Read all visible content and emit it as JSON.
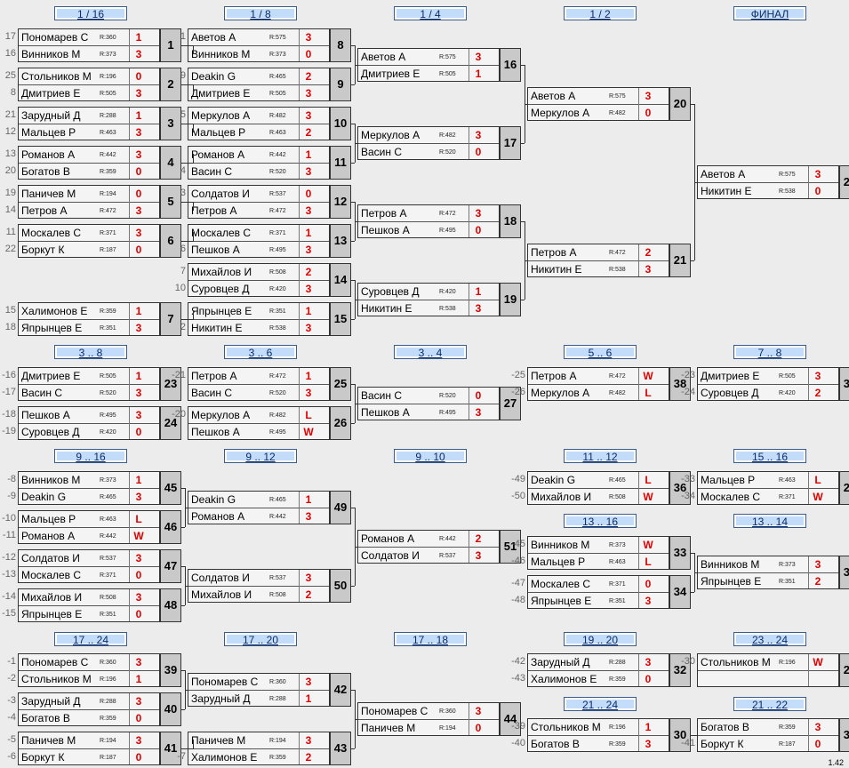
{
  "headers": [
    "1 / 16",
    "1 / 8",
    "1 / 4",
    "1 / 2",
    "ФИНАЛ",
    "3 .. 8",
    "3 .. 6",
    "3 .. 4",
    "5 .. 6",
    "7 .. 8",
    "9 .. 16",
    "9 .. 12",
    "9 .. 10",
    "11 .. 12",
    "15 .. 16",
    "13 .. 16",
    "13 .. 14",
    "17 .. 24",
    "17 .. 20",
    "17 .. 18",
    "19 .. 20",
    "23 .. 24",
    "21 .. 24",
    "21 .. 22"
  ],
  "matches": [
    {
      "id": "1",
      "p": [
        {
          "n": "Пономарев С",
          "r": "R:360",
          "s": "1",
          "sd": "17"
        },
        {
          "n": "Винников М",
          "r": "R:373",
          "s": "3",
          "sd": "16"
        }
      ]
    },
    {
      "id": "2",
      "p": [
        {
          "n": "Стольников М",
          "r": "R:196",
          "s": "0",
          "sd": "25"
        },
        {
          "n": "Дмитриев Е",
          "r": "R:505",
          "s": "3",
          "sd": "8"
        }
      ]
    },
    {
      "id": "3",
      "p": [
        {
          "n": "Зарудный Д",
          "r": "R:288",
          "s": "1",
          "sd": "21"
        },
        {
          "n": "Мальцев Р",
          "r": "R:463",
          "s": "3",
          "sd": "12"
        }
      ]
    },
    {
      "id": "4",
      "p": [
        {
          "n": "Романов А",
          "r": "R:442",
          "s": "3",
          "sd": "13"
        },
        {
          "n": "Богатов В",
          "r": "R:359",
          "s": "0",
          "sd": "20"
        }
      ]
    },
    {
      "id": "5",
      "p": [
        {
          "n": "Паничев М",
          "r": "R:194",
          "s": "0",
          "sd": "19"
        },
        {
          "n": "Петров А",
          "r": "R:472",
          "s": "3",
          "sd": "14"
        }
      ]
    },
    {
      "id": "6",
      "p": [
        {
          "n": "Москалев С",
          "r": "R:371",
          "s": "3",
          "sd": "11"
        },
        {
          "n": "Боркут К",
          "r": "R:187",
          "s": "0",
          "sd": "22"
        }
      ]
    },
    {
      "id": "7",
      "p": [
        {
          "n": "Халимонов Е",
          "r": "R:359",
          "s": "1",
          "sd": "15"
        },
        {
          "n": "Япрынцев Е",
          "r": "R:351",
          "s": "3",
          "sd": "18"
        }
      ]
    },
    {
      "id": "8",
      "p": [
        {
          "n": "Аветов А",
          "r": "R:575",
          "s": "3",
          "sd": "1"
        },
        {
          "n": "Винников М",
          "r": "R:373",
          "s": "0",
          "sd": ""
        }
      ]
    },
    {
      "id": "9",
      "p": [
        {
          "n": "Deakin G",
          "r": "R:465",
          "s": "2",
          "sd": "9"
        },
        {
          "n": "Дмитриев Е",
          "r": "R:505",
          "s": "3",
          "sd": ""
        }
      ]
    },
    {
      "id": "10",
      "p": [
        {
          "n": "Меркулов А",
          "r": "R:482",
          "s": "3",
          "sd": "5"
        },
        {
          "n": "Мальцев Р",
          "r": "R:463",
          "s": "2",
          "sd": ""
        }
      ]
    },
    {
      "id": "11",
      "p": [
        {
          "n": "Романов А",
          "r": "R:442",
          "s": "1",
          "sd": ""
        },
        {
          "n": "Васин С",
          "r": "R:520",
          "s": "3",
          "sd": "4"
        }
      ]
    },
    {
      "id": "12",
      "p": [
        {
          "n": "Солдатов И",
          "r": "R:537",
          "s": "0",
          "sd": "3"
        },
        {
          "n": "Петров А",
          "r": "R:472",
          "s": "3",
          "sd": ""
        }
      ]
    },
    {
      "id": "13",
      "p": [
        {
          "n": "Москалев С",
          "r": "R:371",
          "s": "1",
          "sd": ""
        },
        {
          "n": "Пешков А",
          "r": "R:495",
          "s": "3",
          "sd": "6"
        }
      ]
    },
    {
      "id": "14",
      "p": [
        {
          "n": "Михайлов И",
          "r": "R:508",
          "s": "2",
          "sd": "7"
        },
        {
          "n": "Суровцев Д",
          "r": "R:420",
          "s": "3",
          "sd": "10"
        }
      ]
    },
    {
      "id": "15",
      "p": [
        {
          "n": "Япрынцев Е",
          "r": "R:351",
          "s": "1",
          "sd": ""
        },
        {
          "n": "Никитин Е",
          "r": "R:538",
          "s": "3",
          "sd": "2"
        }
      ]
    },
    {
      "id": "16",
      "p": [
        {
          "n": "Аветов А",
          "r": "R:575",
          "s": "3",
          "sd": ""
        },
        {
          "n": "Дмитриев Е",
          "r": "R:505",
          "s": "1",
          "sd": ""
        }
      ]
    },
    {
      "id": "17",
      "p": [
        {
          "n": "Меркулов А",
          "r": "R:482",
          "s": "3",
          "sd": ""
        },
        {
          "n": "Васин С",
          "r": "R:520",
          "s": "0",
          "sd": ""
        }
      ]
    },
    {
      "id": "18",
      "p": [
        {
          "n": "Петров А",
          "r": "R:472",
          "s": "3",
          "sd": ""
        },
        {
          "n": "Пешков А",
          "r": "R:495",
          "s": "0",
          "sd": ""
        }
      ]
    },
    {
      "id": "19",
      "p": [
        {
          "n": "Суровцев Д",
          "r": "R:420",
          "s": "1",
          "sd": ""
        },
        {
          "n": "Никитин Е",
          "r": "R:538",
          "s": "3",
          "sd": ""
        }
      ]
    },
    {
      "id": "20",
      "p": [
        {
          "n": "Аветов А",
          "r": "R:575",
          "s": "3",
          "sd": ""
        },
        {
          "n": "Меркулов А",
          "r": "R:482",
          "s": "0",
          "sd": ""
        }
      ]
    },
    {
      "id": "21",
      "p": [
        {
          "n": "Петров А",
          "r": "R:472",
          "s": "2",
          "sd": ""
        },
        {
          "n": "Никитин Е",
          "r": "R:538",
          "s": "3",
          "sd": ""
        }
      ]
    },
    {
      "id": "22",
      "p": [
        {
          "n": "Аветов А",
          "r": "R:575",
          "s": "3",
          "sd": ""
        },
        {
          "n": "Никитин Е",
          "r": "R:538",
          "s": "0",
          "sd": ""
        }
      ]
    },
    {
      "id": "23",
      "p": [
        {
          "n": "Дмитриев Е",
          "r": "R:505",
          "s": "1",
          "sd": "-16"
        },
        {
          "n": "Васин С",
          "r": "R:520",
          "s": "3",
          "sd": "-17"
        }
      ]
    },
    {
      "id": "24",
      "p": [
        {
          "n": "Пешков А",
          "r": "R:495",
          "s": "3",
          "sd": "-18"
        },
        {
          "n": "Суровцев Д",
          "r": "R:420",
          "s": "0",
          "sd": "-19"
        }
      ]
    },
    {
      "id": "25",
      "p": [
        {
          "n": "Петров А",
          "r": "R:472",
          "s": "1",
          "sd": "-21"
        },
        {
          "n": "Васин С",
          "r": "R:520",
          "s": "3",
          "sd": ""
        }
      ]
    },
    {
      "id": "26",
      "p": [
        {
          "n": "Меркулов А",
          "r": "R:482",
          "s": "L",
          "sd": "-20"
        },
        {
          "n": "Пешков А",
          "r": "R:495",
          "s": "W",
          "sd": ""
        }
      ]
    },
    {
      "id": "27",
      "p": [
        {
          "n": "Васин С",
          "r": "R:520",
          "s": "0",
          "sd": ""
        },
        {
          "n": "Пешков А",
          "r": "R:495",
          "s": "3",
          "sd": ""
        }
      ]
    },
    {
      "id": "38",
      "p": [
        {
          "n": "Петров А",
          "r": "R:472",
          "s": "W",
          "sd": "-25"
        },
        {
          "n": "Меркулов А",
          "r": "R:482",
          "s": "L",
          "sd": "-26"
        }
      ]
    },
    {
      "id": "37",
      "p": [
        {
          "n": "Дмитриев Е",
          "r": "R:505",
          "s": "3",
          "sd": "-23"
        },
        {
          "n": "Суровцев Д",
          "r": "R:420",
          "s": "2",
          "sd": "-24"
        }
      ]
    },
    {
      "id": "45",
      "p": [
        {
          "n": "Винников М",
          "r": "R:373",
          "s": "1",
          "sd": "-8"
        },
        {
          "n": "Deakin G",
          "r": "R:465",
          "s": "3",
          "sd": "-9"
        }
      ]
    },
    {
      "id": "46",
      "p": [
        {
          "n": "Мальцев Р",
          "r": "R:463",
          "s": "L",
          "sd": "-10"
        },
        {
          "n": "Романов А",
          "r": "R:442",
          "s": "W",
          "sd": "-11"
        }
      ]
    },
    {
      "id": "47",
      "p": [
        {
          "n": "Солдатов И",
          "r": "R:537",
          "s": "3",
          "sd": "-12"
        },
        {
          "n": "Москалев С",
          "r": "R:371",
          "s": "0",
          "sd": "-13"
        }
      ]
    },
    {
      "id": "48",
      "p": [
        {
          "n": "Михайлов И",
          "r": "R:508",
          "s": "3",
          "sd": "-14"
        },
        {
          "n": "Япрынцев Е",
          "r": "R:351",
          "s": "0",
          "sd": "-15"
        }
      ]
    },
    {
      "id": "49",
      "p": [
        {
          "n": "Deakin G",
          "r": "R:465",
          "s": "1",
          "sd": ""
        },
        {
          "n": "Романов А",
          "r": "R:442",
          "s": "3",
          "sd": ""
        }
      ]
    },
    {
      "id": "50",
      "p": [
        {
          "n": "Солдатов И",
          "r": "R:537",
          "s": "3",
          "sd": ""
        },
        {
          "n": "Михайлов И",
          "r": "R:508",
          "s": "2",
          "sd": ""
        }
      ]
    },
    {
      "id": "51",
      "p": [
        {
          "n": "Романов А",
          "r": "R:442",
          "s": "2",
          "sd": ""
        },
        {
          "n": "Солдатов И",
          "r": "R:537",
          "s": "3",
          "sd": ""
        }
      ]
    },
    {
      "id": "36",
      "p": [
        {
          "n": "Deakin G",
          "r": "R:465",
          "s": "L",
          "sd": "-49"
        },
        {
          "n": "Михайлов И",
          "r": "R:508",
          "s": "W",
          "sd": "-50"
        }
      ]
    },
    {
      "id": "29",
      "p": [
        {
          "n": "Мальцев Р",
          "r": "R:463",
          "s": "L",
          "sd": "-33"
        },
        {
          "n": "Москалев С",
          "r": "R:371",
          "s": "W",
          "sd": "-34"
        }
      ]
    },
    {
      "id": "33",
      "p": [
        {
          "n": "Винников М",
          "r": "R:373",
          "s": "W",
          "sd": "-45"
        },
        {
          "n": "Мальцев Р",
          "r": "R:463",
          "s": "L",
          "sd": "-46"
        }
      ]
    },
    {
      "id": "34",
      "p": [
        {
          "n": "Москалев С",
          "r": "R:371",
          "s": "0",
          "sd": "-47"
        },
        {
          "n": "Япрынцев Е",
          "r": "R:351",
          "s": "3",
          "sd": "-48"
        }
      ]
    },
    {
      "id": "35",
      "p": [
        {
          "n": "Винников М",
          "r": "R:373",
          "s": "3",
          "sd": ""
        },
        {
          "n": "Япрынцев Е",
          "r": "R:351",
          "s": "2",
          "sd": ""
        }
      ]
    },
    {
      "id": "39",
      "p": [
        {
          "n": "Пономарев С",
          "r": "R:360",
          "s": "3",
          "sd": "-1"
        },
        {
          "n": "Стольников М",
          "r": "R:196",
          "s": "1",
          "sd": "-2"
        }
      ]
    },
    {
      "id": "40",
      "p": [
        {
          "n": "Зарудный Д",
          "r": "R:288",
          "s": "3",
          "sd": "-3"
        },
        {
          "n": "Богатов В",
          "r": "R:359",
          "s": "0",
          "sd": "-4"
        }
      ]
    },
    {
      "id": "41",
      "p": [
        {
          "n": "Паничев М",
          "r": "R:194",
          "s": "3",
          "sd": "-5"
        },
        {
          "n": "Боркут К",
          "r": "R:187",
          "s": "0",
          "sd": "-6"
        }
      ]
    },
    {
      "id": "42",
      "p": [
        {
          "n": "Пономарев С",
          "r": "R:360",
          "s": "3",
          "sd": ""
        },
        {
          "n": "Зарудный Д",
          "r": "R:288",
          "s": "1",
          "sd": ""
        }
      ]
    },
    {
      "id": "43",
      "p": [
        {
          "n": "Паничев М",
          "r": "R:194",
          "s": "3",
          "sd": ""
        },
        {
          "n": "Халимонов Е",
          "r": "R:359",
          "s": "2",
          "sd": "-7"
        }
      ]
    },
    {
      "id": "44",
      "p": [
        {
          "n": "Пономарев С",
          "r": "R:360",
          "s": "3",
          "sd": ""
        },
        {
          "n": "Паничев М",
          "r": "R:194",
          "s": "0",
          "sd": ""
        }
      ]
    },
    {
      "id": "32",
      "p": [
        {
          "n": "Зарудный Д",
          "r": "R:288",
          "s": "3",
          "sd": "-42"
        },
        {
          "n": "Халимонов Е",
          "r": "R:359",
          "s": "0",
          "sd": "-43"
        }
      ]
    },
    {
      "id": "28",
      "p": [
        {
          "n": "Стольников М",
          "r": "R:196",
          "s": "W",
          "sd": "-30"
        },
        {
          "n": "",
          "r": "",
          "s": "",
          "sd": ""
        }
      ]
    },
    {
      "id": "30",
      "p": [
        {
          "n": "Стольников М",
          "r": "R:196",
          "s": "1",
          "sd": "-39"
        },
        {
          "n": "Богатов В",
          "r": "R:359",
          "s": "3",
          "sd": "-40"
        }
      ]
    },
    {
      "id": "31",
      "p": [
        {
          "n": "Богатов В",
          "r": "R:359",
          "s": "3",
          "sd": ""
        },
        {
          "n": "Боркут К",
          "r": "R:187",
          "s": "0",
          "sd": "-41"
        }
      ]
    }
  ],
  "version": "1.42"
}
